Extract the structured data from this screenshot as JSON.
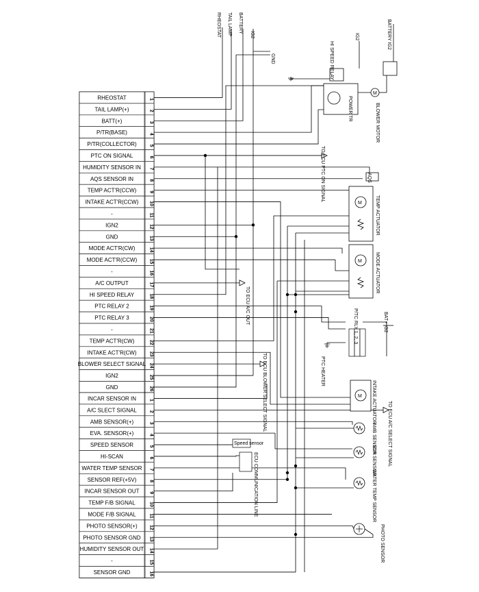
{
  "connector_a": {
    "pins": [
      {
        "num": "1",
        "label": "RHEOSTAT"
      },
      {
        "num": "2",
        "label": "TAIL LAMP(+)"
      },
      {
        "num": "3",
        "label": "BATT(+)"
      },
      {
        "num": "4",
        "label": "P/TR(BASE)"
      },
      {
        "num": "5",
        "label": "P/TR(COLLECTOR)"
      },
      {
        "num": "6",
        "label": "PTC ON SIGNAL"
      },
      {
        "num": "7",
        "label": "HUMIDITY SENSOR IN"
      },
      {
        "num": "8",
        "label": "AQS SENSOR IN"
      },
      {
        "num": "9",
        "label": "TEMP ACT'R(CCW)"
      },
      {
        "num": "10",
        "label": "INTAKE ACT'R(CCW)"
      },
      {
        "num": "11",
        "label": "-"
      },
      {
        "num": "12",
        "label": "IGN2"
      },
      {
        "num": "13",
        "label": "GND"
      },
      {
        "num": "14",
        "label": "MODE ACT'R(CW)"
      },
      {
        "num": "15",
        "label": "MODE ACT'R(CCW)"
      },
      {
        "num": "16",
        "label": "-"
      },
      {
        "num": "17",
        "label": "A/C OUTPUT"
      },
      {
        "num": "18",
        "label": "HI SPEED RELAY"
      },
      {
        "num": "19",
        "label": "PTC RELAY 2"
      },
      {
        "num": "20",
        "label": "PTC RELAY 3"
      },
      {
        "num": "21",
        "label": "-"
      },
      {
        "num": "22",
        "label": "TEMP ACT'R(CW)"
      },
      {
        "num": "23",
        "label": "INTAKE ACT'R(CW)"
      },
      {
        "num": "24",
        "label": "BLOWER SELECT SIGNAL"
      },
      {
        "num": "25",
        "label": "IGN2"
      },
      {
        "num": "26",
        "label": "GND"
      }
    ]
  },
  "connector_b": {
    "pins": [
      {
        "num": "1",
        "label": "INCAR SENSOR IN"
      },
      {
        "num": "2",
        "label": "A/C SLECT SIGNAL"
      },
      {
        "num": "3",
        "label": "AMB SENSOR(+)"
      },
      {
        "num": "4",
        "label": "EVA. SENSOR(+)"
      },
      {
        "num": "5",
        "label": "SPEED SENSOR"
      },
      {
        "num": "6",
        "label": "HI-SCAN"
      },
      {
        "num": "7",
        "label": "WATER TEMP SENSOR"
      },
      {
        "num": "8",
        "label": "SENSOR REF(+5V)"
      },
      {
        "num": "9",
        "label": "INCAR SENSOR OUT"
      },
      {
        "num": "10",
        "label": "TEMP F/B SIGNAL"
      },
      {
        "num": "11",
        "label": "MODE F/B SIGNAL"
      },
      {
        "num": "12",
        "label": "PHOTO SENSOR(+)"
      },
      {
        "num": "13",
        "label": "PHOTO SENSOR GND"
      },
      {
        "num": "14",
        "label": "HUMIDITY SENSOR OUT"
      },
      {
        "num": "15",
        "label": "-"
      },
      {
        "num": "16",
        "label": "SENSOR GND"
      }
    ]
  },
  "top_labels": {
    "rheostat": "RHEOSTAT",
    "tail_lamp": "TAIL LAMP",
    "battery": "BATTERY",
    "ig2": "IG2",
    "gnd": "GND",
    "hi_speed_relay": "HI SPEED RELAY",
    "ig2_relay": "IG2",
    "battery_ig2": "BATTERY IG2",
    "power_tr": "POWER TR",
    "blower_motor": "BLOWER MOTOR"
  },
  "right_labels": {
    "to_ecu_ptc": "TO ECU PTC ON SIGNAL",
    "aqs": "AQS",
    "temp_actuator": "TEMP ACTUATOR",
    "mode_actuator": "MODE ACTUATOR",
    "to_ecu_ac_out": "TO ECU A/C OUT",
    "ptc_rly": "P/TC RLY 1, 2, 3",
    "bat_ig2": "BAT+ IG2",
    "ptc_heater": "PTC HEATER",
    "to_ecu_blower": "TO ECU BLOWER SELECT SIGNAL",
    "intake_actuator": "INTAKE ACTUATOR",
    "to_ecu_ac_select": "TO ECU A/C SELECT SIGNAL",
    "amb_sensor": "AMB SENSOR",
    "eva_sensor": "EVA SENSOR",
    "water_temp_sensor": "WATER TEMP SENSOR",
    "photo_sensor": "PHOTO SENSOR",
    "speed_sensor": "Speed sensor",
    "ecu_comm_line": "ECU COMMUNICATION LINE"
  }
}
